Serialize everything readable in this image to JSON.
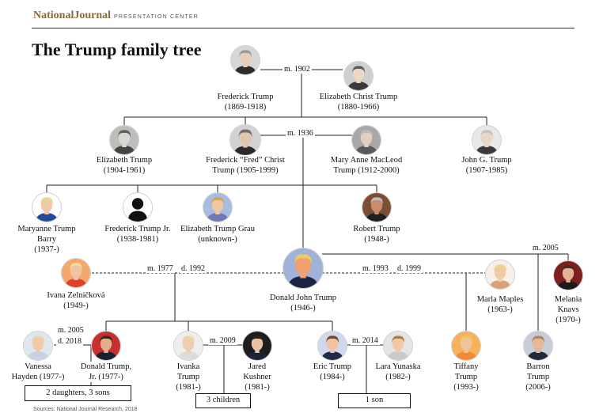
{
  "header": {
    "brand": "NationalJournal",
    "brand_sub": "PRESENTATION CENTER",
    "title": "The Trump family tree"
  },
  "people": {
    "frederick": {
      "name": "Frederick Trump",
      "years": "(1869-1918)",
      "face": "#e7cfb7",
      "hair": "#9a9a9a",
      "suit": "#2b2b2b",
      "bg": "#d7d7d7"
    },
    "elizabeth_christ": {
      "name": "Elizabeth Christ Trump",
      "years": "(1880-1966)",
      "face": "#ead8c5",
      "hair": "#5a5a5a",
      "suit": "#3a3a3a",
      "bg": "#cfcfcf"
    },
    "elizabeth": {
      "name": "Elizabeth Trump",
      "years": "(1904-1961)",
      "face": "#dcd6d0",
      "hair": "#5e5e5e",
      "suit": "#444444",
      "bg": "#bdbdbd"
    },
    "fred": {
      "name": "Frederick “Fred” Christ",
      "name2": "Trump (1905-1999)",
      "face": "#e0c6ad",
      "hair": "#6c6c6c",
      "suit": "#2a2a2a",
      "bg": "#d2d2d2"
    },
    "mary": {
      "name": "Mary Anne MacLeod",
      "name2": "Trump (1912-2000)",
      "face": "#e3cfbf",
      "hair": "#b9b9b9",
      "suit": "#595959",
      "bg": "#a8a8a8"
    },
    "john": {
      "name": "John G. Trump",
      "years": "(1907-1985)",
      "face": "#e8d6c6",
      "hair": "#c3c3c3",
      "suit": "#3b3b3b",
      "bg": "#e8e8e8"
    },
    "maryanne": {
      "name": "Maryanne Trump",
      "name2": "Barry",
      "years": "(1937-)",
      "face": "#f0c9a8",
      "hair": "#e9d79a",
      "suit": "#234a9b",
      "bg": "#ffffff"
    },
    "fredjr": {
      "name": "Frederick Trump Jr.",
      "years": "(1938-1981)",
      "silhouette": true
    },
    "elizabeth_grau": {
      "name": "Elizabeth Trump Grau",
      "years": "(unknown-)",
      "face": "#f0c7a5",
      "hair": "#d4a24f",
      "suit": "#6b79b5",
      "bg": "#a6bde0"
    },
    "robert": {
      "name": "Robert Trump",
      "years": "(1948-)",
      "face": "#c98d6b",
      "hair": "#bdbdbd",
      "suit": "#1f1f1f",
      "bg": "#7a4f36"
    },
    "ivana": {
      "name": "Ivana Zelníčková",
      "years": "(1949-)",
      "face": "#f1c3a3",
      "hair": "#f0dc9a",
      "suit": "#e0402c",
      "bg": "#f3a86e"
    },
    "donald": {
      "name": "Donald John Trump",
      "years": "(1946-)",
      "face": "#f0a071",
      "hair": "#f2c764",
      "suit": "#1d2340",
      "bg": "#9fb2d8"
    },
    "marla": {
      "name": "Marla Maples",
      "years": "(1963-)",
      "face": "#f0caa8",
      "hair": "#f2d67f",
      "suit": "#d9a07a",
      "bg": "#f5f0ea"
    },
    "melania": {
      "name": "Melania",
      "name2": "Knavs",
      "years": "(1970-)",
      "face": "#e3b193",
      "hair": "#4a2b1f",
      "suit": "#1c1c1c",
      "bg": "#7c1f1f"
    },
    "vanessa": {
      "name": "Vanessa",
      "name2": "Hayden (1977-)",
      "face": "#f1caa9",
      "hair": "#e8d69d",
      "suit": "#c7d2e4",
      "bg": "#dfe6ef"
    },
    "donjr": {
      "name": "Donald Trump,",
      "name2": "Jr. (1977-)",
      "face": "#e2ae8c",
      "hair": "#3a2a20",
      "suit": "#1a2033",
      "bg": "#c92f2f"
    },
    "ivanka": {
      "name": "Ivanka",
      "name2": "Trump",
      "years": "(1981-)",
      "face": "#f1cdb0",
      "hair": "#ecd7a4",
      "suit": "#dcdcdc",
      "bg": "#eeeeee"
    },
    "jared": {
      "name": "Jared",
      "name2": "Kushner",
      "years": "(1981-)",
      "face": "#eac3a4",
      "hair": "#2e2219",
      "suit": "#1e2438",
      "bg": "#1d1d1d"
    },
    "eric": {
      "name": "Eric Trump",
      "years": "(1984-)",
      "face": "#f0c3a2",
      "hair": "#6a4a33",
      "suit": "#1f2a4a",
      "bg": "#cfd9ea"
    },
    "lara": {
      "name": "Lara Yunaska",
      "years": "(1982-)",
      "face": "#f1c9a9",
      "hair": "#b07a45",
      "suit": "#c9c9c9",
      "bg": "#e5e5e5"
    },
    "tiffany": {
      "name": "Tiffany",
      "name2": "Trump",
      "years": "(1993-)",
      "face": "#f1c39c",
      "hair": "#f0c66a",
      "suit": "#f08a3a",
      "bg": "#f6b15a"
    },
    "barron": {
      "name": "Barron",
      "name2": "Trump",
      "years": "(2006-)",
      "face": "#e7b896",
      "hair": "#b08a5c",
      "suit": "#22293d",
      "bg": "#c6ccd8"
    }
  },
  "marriages": {
    "m1902": "m. 1902",
    "m1936": "m. 1936",
    "m1977": "m. 1977",
    "d1992": "d. 1992",
    "m1993": "m. 1993",
    "d1999": "d. 1999",
    "m2005_melania": "m. 2005",
    "m2005_vanessa": "m. 2005",
    "d2018": "d. 2018",
    "m2009": "m. 2009",
    "m2014": "m. 2014"
  },
  "children_boxes": {
    "donjr_children": "2 daughters, 3 sons",
    "ivanka_children": "3 children",
    "eric_children": "1 son"
  },
  "footer": {
    "source": "Sources: National Journal Research, 2018"
  }
}
